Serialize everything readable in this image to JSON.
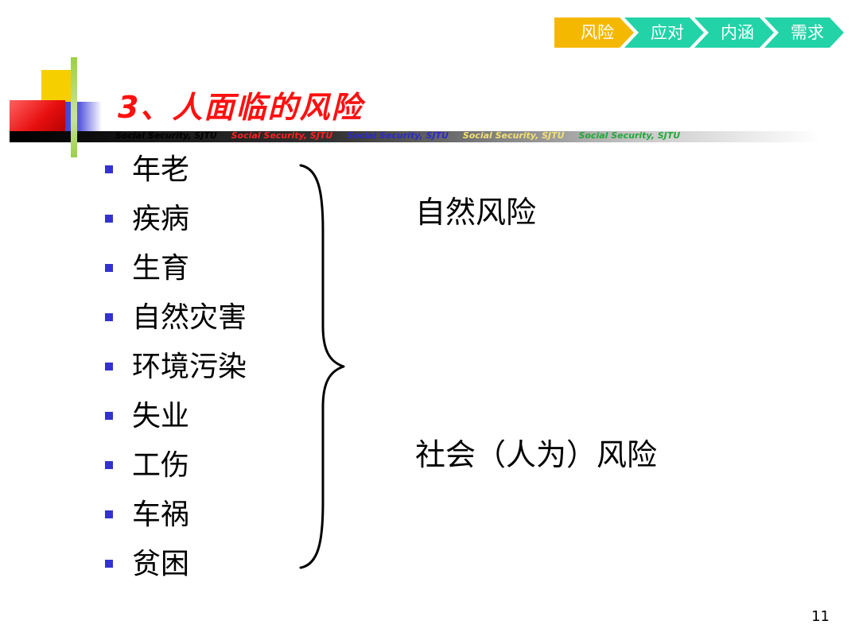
{
  "nav": {
    "steps": [
      {
        "label": "风险",
        "color": "#f5b800"
      },
      {
        "label": "应对",
        "color": "#22d3a8"
      },
      {
        "label": "内涵",
        "color": "#22d3a8"
      },
      {
        "label": "需求",
        "color": "#22d3a8"
      }
    ]
  },
  "header": {
    "title": "3、人面临的风险",
    "tagline": [
      {
        "text": "Social Security, SJTU",
        "color": "#000000"
      },
      {
        "text": "Social Security, SJTU",
        "color": "#ff2020"
      },
      {
        "text": "Social Security, SJTU",
        "color": "#2b2bc8"
      },
      {
        "text": "Social Security, SJTU",
        "color": "#f3e070"
      },
      {
        "text": "Social Security, SJTU",
        "color": "#24a83a"
      }
    ]
  },
  "risks": {
    "items": [
      "年老",
      "疾病",
      "生育",
      "自然灾害",
      "环境污染",
      "失业",
      "工伤",
      "车祸",
      "贫困"
    ],
    "bullet_color": "#3333cc"
  },
  "groups": {
    "natural": "自然风险",
    "social": "社会（人为）风险"
  },
  "footer": {
    "page_number": "11"
  }
}
